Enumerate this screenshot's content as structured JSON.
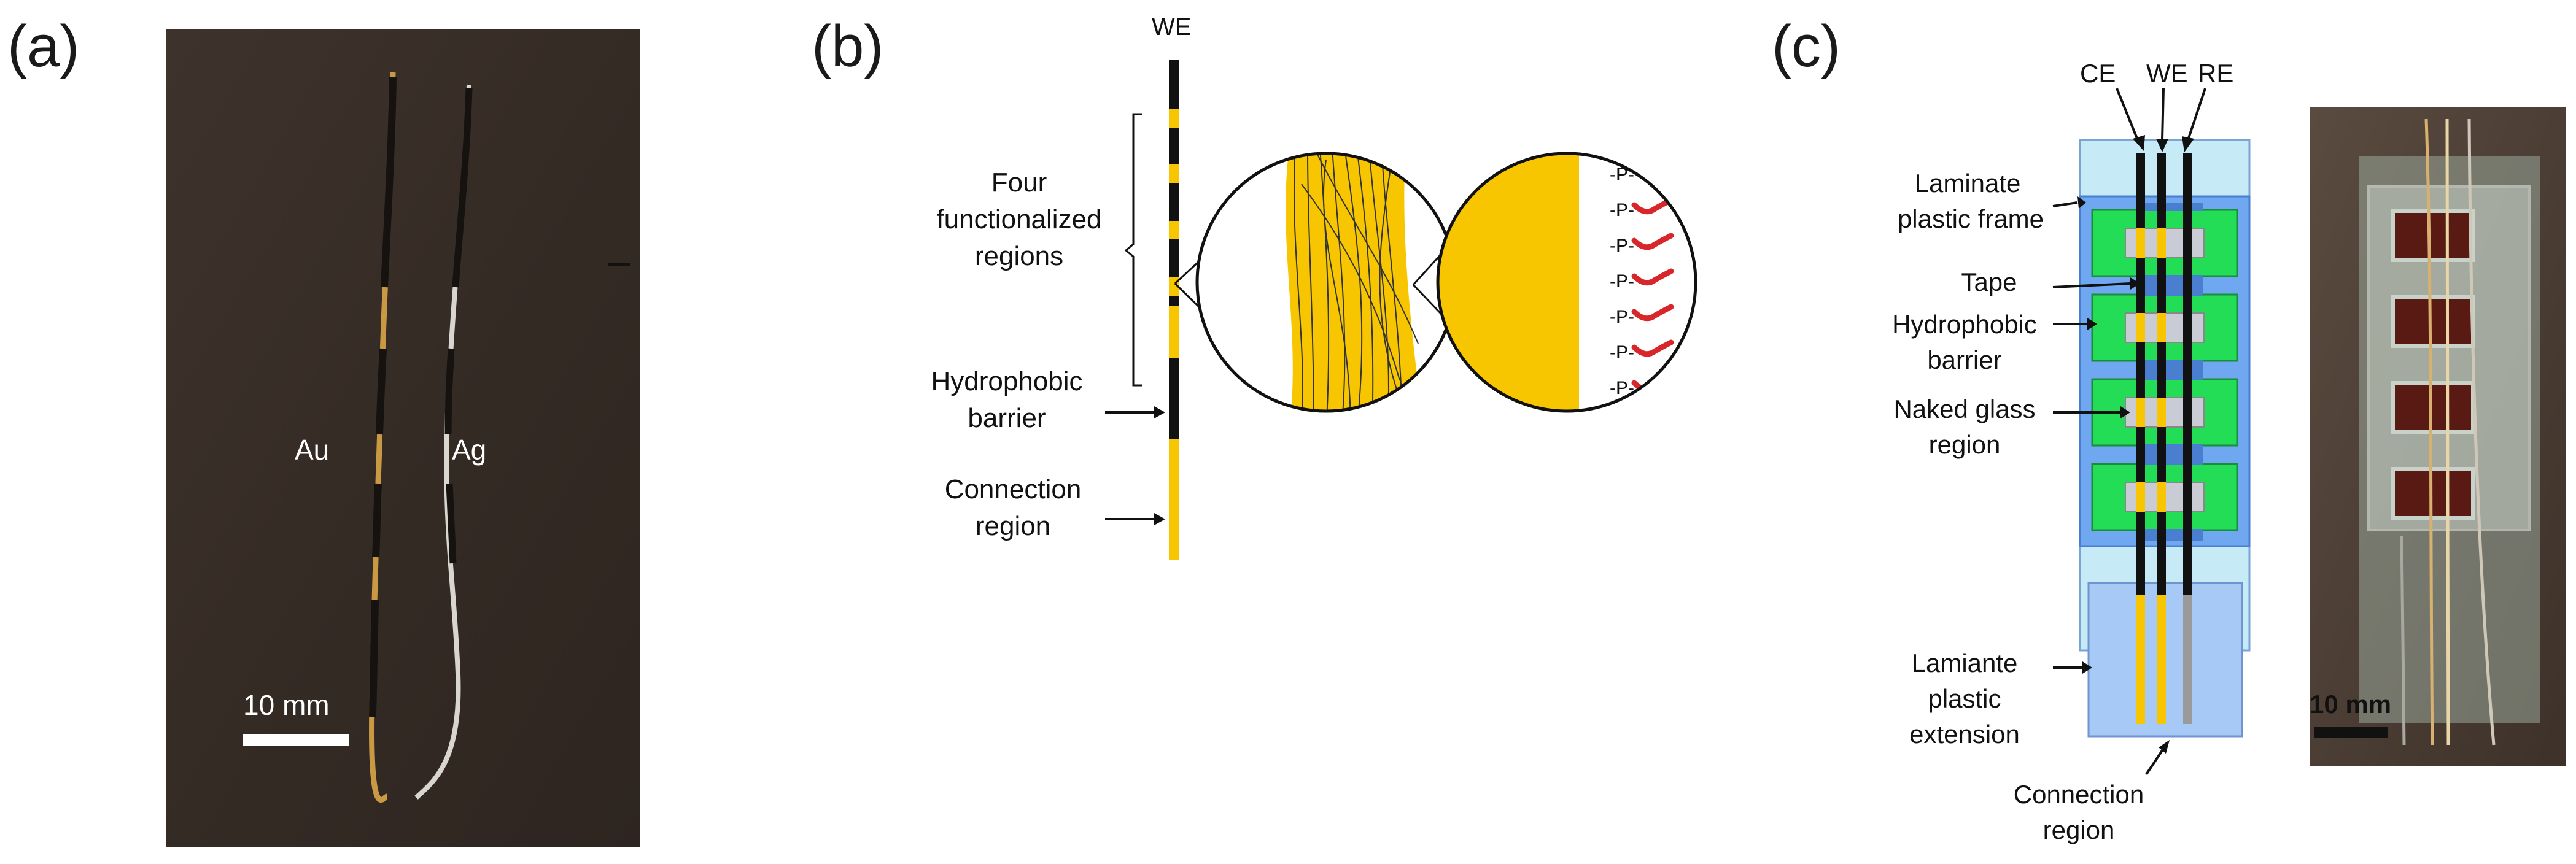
{
  "panels": {
    "a": {
      "label": "(a)",
      "wire_labels": [
        "Au",
        "Ag"
      ],
      "scale_bar": "10 mm"
    },
    "b": {
      "label": "(b)",
      "electrode_label": "WE",
      "callouts": {
        "functionalized": [
          "Four",
          "functionalized",
          "regions"
        ],
        "barrier": [
          "Hydrophobic",
          "barrier"
        ],
        "connection": [
          "Connection",
          "region"
        ]
      },
      "chemistry_tag": "-P-"
    },
    "c": {
      "label": "(c)",
      "electrode_labels": [
        "CE",
        "WE",
        "RE"
      ],
      "callouts": {
        "frame": [
          "Laminate",
          "plastic frame"
        ],
        "tape": [
          "Tape"
        ],
        "barrier": [
          "Hydrophobic",
          "barrier"
        ],
        "glass": [
          "Naked glass",
          "region"
        ],
        "extension": [
          "Lamiante",
          "plastic",
          "extension"
        ],
        "connection": [
          "Connection",
          "region"
        ]
      },
      "scale_bar": "10 mm"
    }
  },
  "colors": {
    "gold": "#f7c600",
    "black": "#111111",
    "frame_light": "#c6ebf7",
    "frame_blue": "#6fa8f0",
    "extension_blue": "#a7c9f5",
    "barrier_green": "#22dd55",
    "glass_gray": "#c9ccd4",
    "peptide_red": "#d8262a",
    "photo_bg": "#3a302a"
  }
}
